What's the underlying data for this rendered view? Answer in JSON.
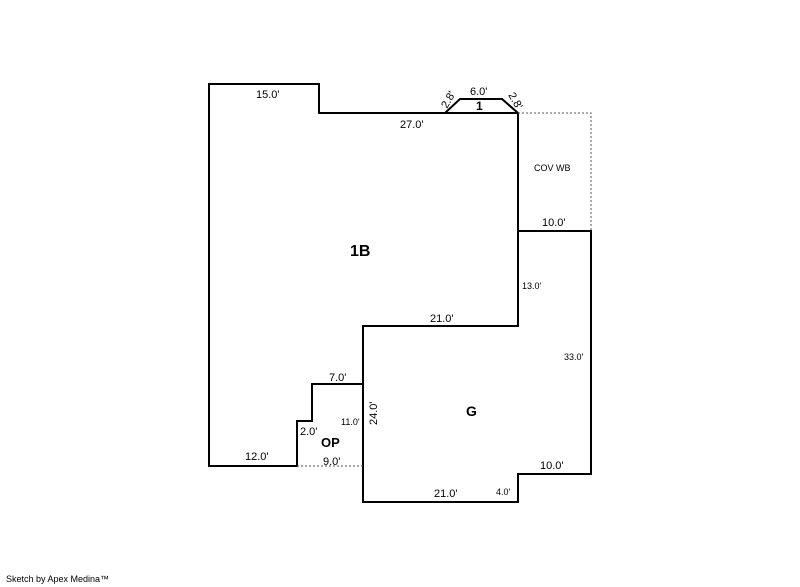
{
  "areas": {
    "main": "1B",
    "bay": "1",
    "garage": "G",
    "porch": "OP",
    "covered": "COV WB"
  },
  "dimensions": {
    "top_left": "15.0'",
    "top_middle": "27.0'",
    "bay_left": "2.8'",
    "bay_top": "6.0'",
    "bay_right": "2.8'",
    "garage_top": "10.0'",
    "garage_upper_right": "13.0'",
    "garage_right": "33.0'",
    "step_mid": "21.0'",
    "garage_left": "24.0'",
    "porch_top": "7.0'",
    "porch_side": "11.0'",
    "porch_step": "2.0'",
    "bottom_left": "12.0'",
    "porch_bottom": "9.0'",
    "garage_bottom": "21.0'",
    "notch_side": "4.0'",
    "notch_top": "10.0'"
  },
  "footer": "Sketch by Apex Medina™"
}
